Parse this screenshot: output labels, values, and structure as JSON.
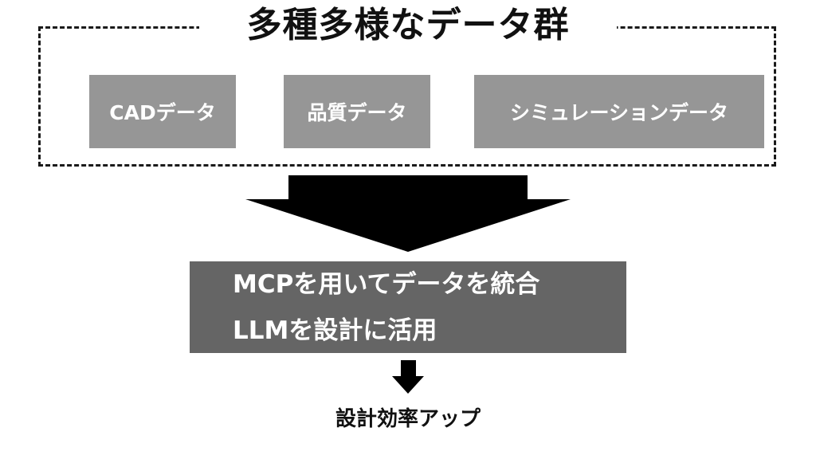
{
  "title": "多種多様なデータ群",
  "data_sources": [
    "CADデータ",
    "品質データ",
    "シミュレーションデータ"
  ],
  "integration": {
    "line1": "MCPを用いてデータを統合",
    "line2": "LLMを設計に活用"
  },
  "result": "設計効率アップ",
  "colors": {
    "source_box": "#969696",
    "integration_box": "#656565",
    "arrow": "#000000",
    "border": "#1a1a1a",
    "box_text": "#ffffff"
  }
}
